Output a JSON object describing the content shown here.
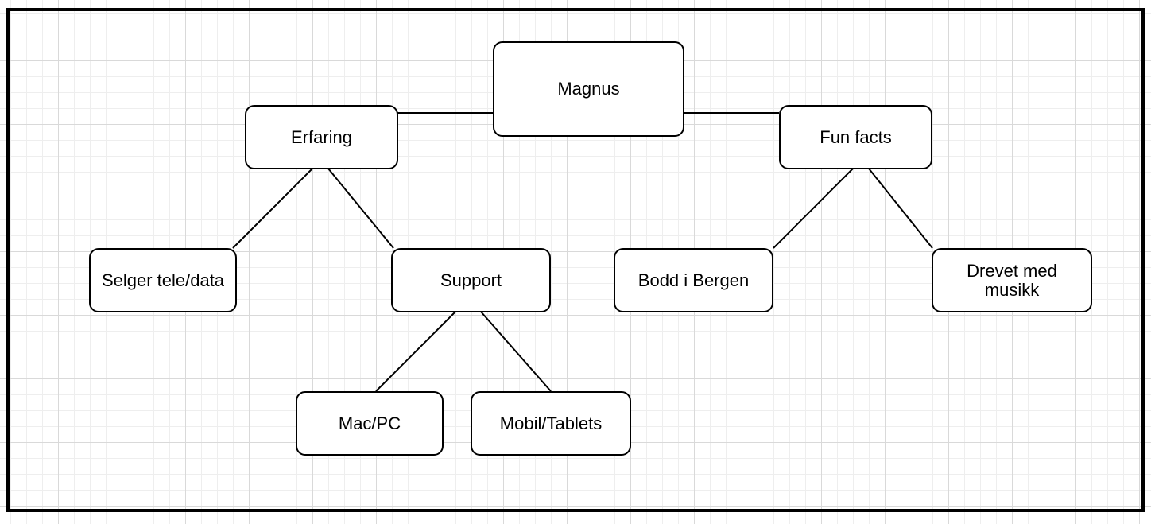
{
  "diagram": {
    "root": {
      "label": "Magnus"
    },
    "branches": [
      {
        "label": "Erfaring",
        "children": [
          {
            "label": "Selger tele/data"
          },
          {
            "label": "Support",
            "children": [
              {
                "label": "Mac/PC"
              },
              {
                "label": "Mobil/Tablets"
              }
            ]
          }
        ]
      },
      {
        "label": "Fun facts",
        "children": [
          {
            "label": "Bodd i Bergen"
          },
          {
            "label": "Drevet med musikk"
          }
        ]
      }
    ]
  }
}
